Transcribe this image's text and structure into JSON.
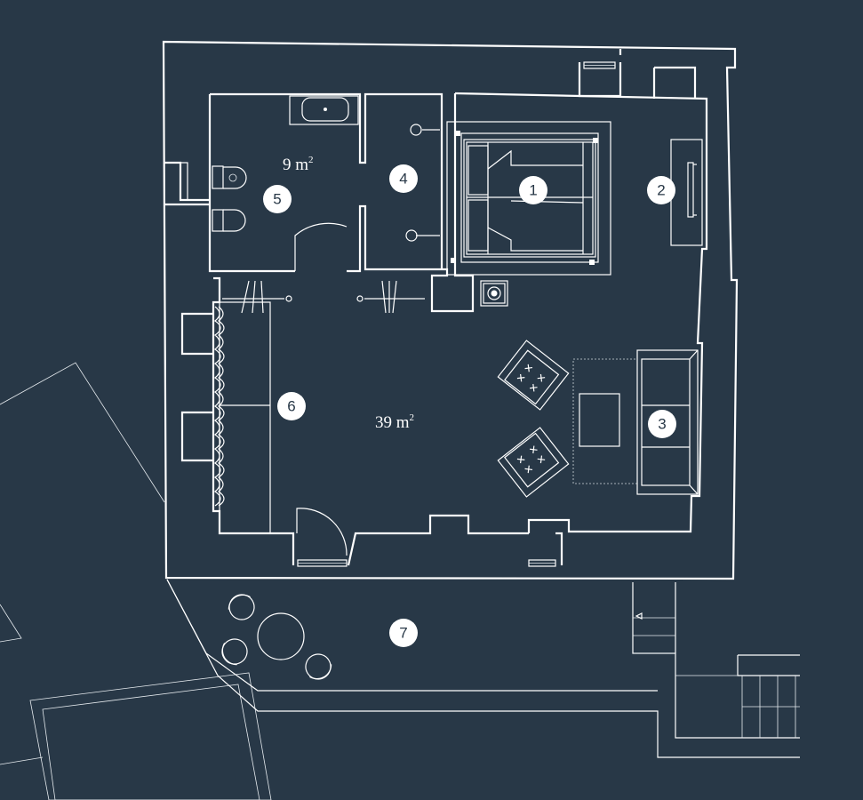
{
  "areas": {
    "bathroom_area": "9 m",
    "bathroom_unit": "2",
    "main_area": "39 m",
    "main_unit": "2"
  },
  "markers": [
    {
      "id": "bed",
      "label": "1"
    },
    {
      "id": "tv",
      "label": "2"
    },
    {
      "id": "sofa",
      "label": "3"
    },
    {
      "id": "closet",
      "label": "4"
    },
    {
      "id": "bathroom",
      "label": "5"
    },
    {
      "id": "wardrobe",
      "label": "6"
    },
    {
      "id": "terrace",
      "label": "7"
    }
  ],
  "colors": {
    "background": "#283847",
    "lines": "#ffffff"
  }
}
